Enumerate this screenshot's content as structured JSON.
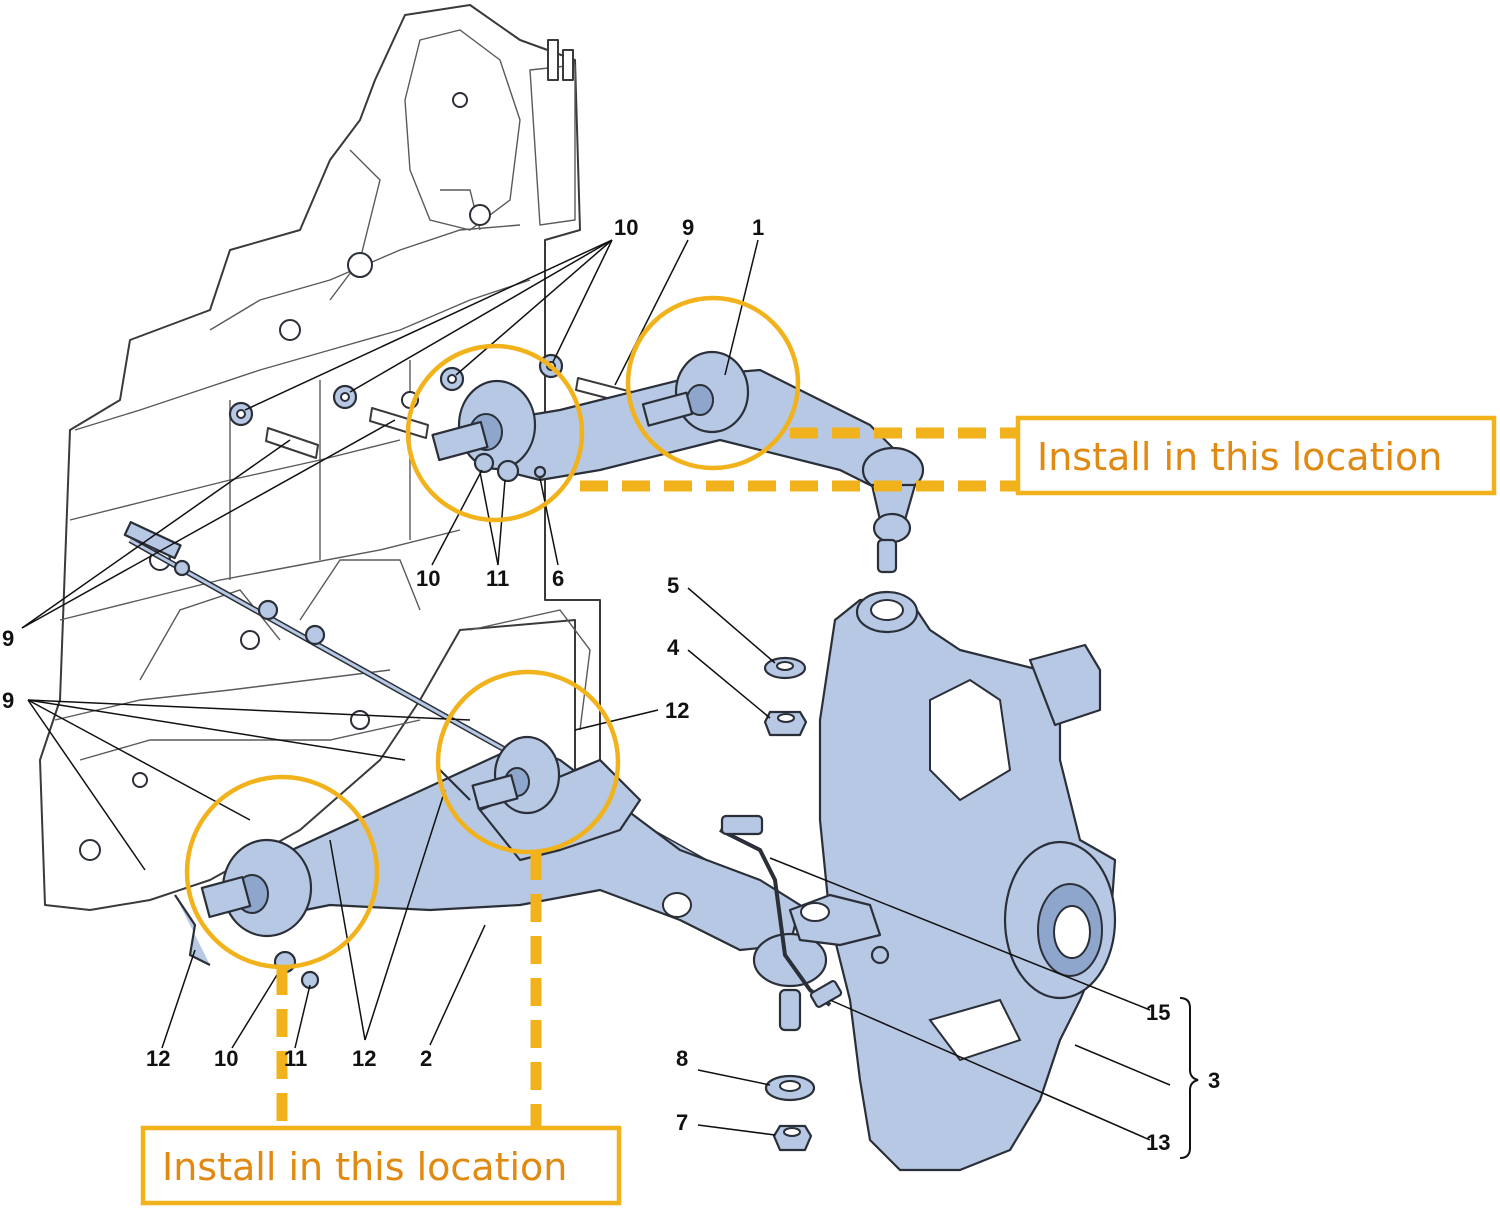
{
  "callouts": {
    "c1": "1",
    "c2": "2",
    "c3": "3",
    "c4": "4",
    "c5": "5",
    "c6": "6",
    "c7": "7",
    "c8": "8",
    "c9a": "9",
    "c9b": "9",
    "c9c": "9",
    "c10a": "10",
    "c10b": "10",
    "c10c": "10",
    "c11a": "11",
    "c11b": "11",
    "c12a": "12",
    "c12b": "12",
    "c12c": "12",
    "c13": "13",
    "c15": "15"
  },
  "banners": {
    "upper": "Install in this location",
    "lower": "Install in this location"
  },
  "colors": {
    "highlight": "#f2b21b",
    "banner_text": "#e08a12",
    "part_fill": "#b6c8e4"
  }
}
